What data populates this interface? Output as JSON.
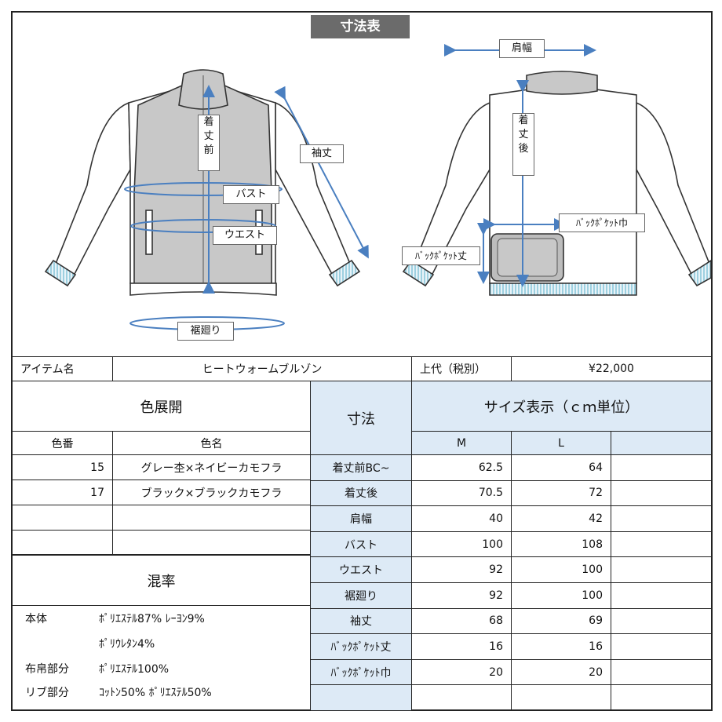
{
  "title": "寸法表",
  "illustration": {
    "front_labels": {
      "length_front": [
        "着",
        "丈",
        "前"
      ],
      "bust": "バスト",
      "waist": "ウエスト",
      "sleeve": "袖丈",
      "hem": "裾廻り"
    },
    "back_labels": {
      "shoulder": "肩幅",
      "length_back": [
        "着",
        "丈",
        "後"
      ],
      "pocket_width": "ﾊﾞｯｸﾎﾟｹｯﾄ巾",
      "pocket_length": "ﾊﾞｯｸﾎﾟｹｯﾄ丈"
    },
    "colors": {
      "body_gray": "#c8c8c8",
      "line": "#3a3a3a",
      "arrow_blue": "#4a7fc0",
      "rib_blue": "#9ed0e0"
    }
  },
  "item": {
    "name_label": "アイテム名",
    "name_value": "ヒートウォームブルゾン",
    "price_label": "上代（税別）",
    "price_value": "¥22,000"
  },
  "colors_section": {
    "header": "色展開",
    "col_number": "色番",
    "col_name": "色名",
    "rows": [
      {
        "number": "15",
        "name": "グレー杢×ネイビーカモフラ"
      },
      {
        "number": "17",
        "name": "ブラック×ブラックカモフラ"
      },
      {
        "number": "",
        "name": ""
      },
      {
        "number": "",
        "name": ""
      }
    ]
  },
  "size_section": {
    "dimension_header": "寸法",
    "size_header": "サイズ表示（ｃｍ単位）",
    "sizes": [
      "M",
      "L",
      ""
    ],
    "rows": [
      {
        "label": "着丈前BC~",
        "values": [
          "62.5",
          "64",
          ""
        ]
      },
      {
        "label": "着丈後",
        "values": [
          "70.5",
          "72",
          ""
        ]
      },
      {
        "label": "肩幅",
        "values": [
          "40",
          "42",
          ""
        ]
      },
      {
        "label": "バスト",
        "values": [
          "100",
          "108",
          ""
        ]
      },
      {
        "label": "ウエスト",
        "values": [
          "92",
          "100",
          ""
        ]
      },
      {
        "label": "裾廻り",
        "values": [
          "92",
          "100",
          ""
        ]
      },
      {
        "label": "袖丈",
        "values": [
          "68",
          "69",
          ""
        ]
      },
      {
        "label": "ﾊﾞｯｸﾎﾟｹｯﾄ丈",
        "values": [
          "16",
          "16",
          ""
        ]
      },
      {
        "label": "ﾊﾞｯｸﾎﾟｹｯﾄ巾",
        "values": [
          "20",
          "20",
          ""
        ]
      },
      {
        "label": "",
        "values": [
          "",
          "",
          ""
        ]
      }
    ]
  },
  "composition": {
    "header": "混率",
    "rows": [
      {
        "part": "本体",
        "material": "ﾎﾟﾘｴｽﾃﾙ87% ﾚｰﾖﾝ9%"
      },
      {
        "part": "",
        "material": "ﾎﾟﾘｳﾚﾀﾝ4%"
      },
      {
        "part": "布帛部分",
        "material": "ﾎﾟﾘｴｽﾃﾙ100%"
      },
      {
        "part": "リブ部分",
        "material": "ｺｯﾄﾝ50% ﾎﾟﾘｴｽﾃﾙ50%"
      }
    ]
  }
}
